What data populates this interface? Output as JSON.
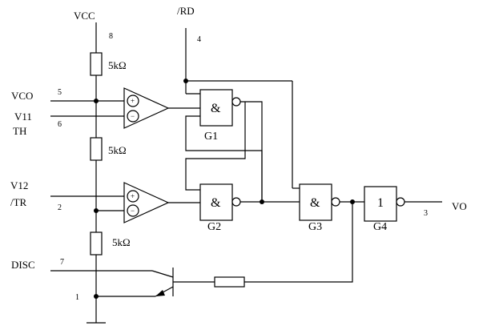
{
  "labels": {
    "vcc": "VCC",
    "rd": "/RD",
    "vco": "VCO",
    "v11": "V11",
    "th": "TH",
    "v12": "V12",
    "tr": "/TR",
    "disc": "DISC",
    "vo": "VO"
  },
  "pins": {
    "p8": "8",
    "p4": "4",
    "p5": "5",
    "p6": "6",
    "p2": "2",
    "p7": "7",
    "p1": "1",
    "p3": "3"
  },
  "resistors": {
    "r1": "5kΩ",
    "r2": "5kΩ",
    "r3": "5kΩ"
  },
  "gates": {
    "g1": "G1",
    "g2": "G2",
    "g3": "G3",
    "g4": "G4",
    "and_symbol": "&",
    "buf_symbol": "1"
  },
  "comparator_signs": {
    "plus": "+",
    "minus": "−"
  }
}
